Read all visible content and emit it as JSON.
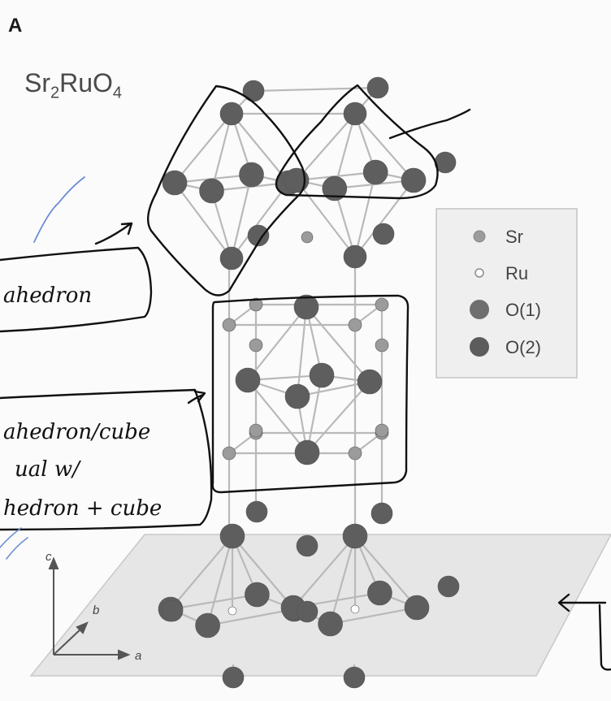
{
  "figure": {
    "panel_label": "A",
    "formula": {
      "main": "Sr",
      "sub1": "2",
      "mid": "RuO",
      "sub2": "4"
    },
    "legend": [
      {
        "label": "Sr",
        "color": "#9b9b9b",
        "size": "medium"
      },
      {
        "label": "Ru",
        "color": "#ffffff",
        "size": "small"
      },
      {
        "label": "O(1)",
        "color": "#6f6f6f",
        "size": "large"
      },
      {
        "label": "O(2)",
        "color": "#5c5c5c",
        "size": "large"
      }
    ],
    "axes": {
      "c": "c",
      "b": "b",
      "a": "a"
    }
  },
  "annotations": {
    "octahedron_label": "ahedron",
    "cube_label_line1": "ahedron/cube",
    "cube_label_line2": "ual w/",
    "cube_label_line3": "hedron + cube"
  },
  "colors": {
    "pen": "#111111",
    "check": "#6b8fd6",
    "atom_dark": "#5e5e5e",
    "atom_light": "#9b9b9b",
    "bond": "#b9b9b9"
  }
}
